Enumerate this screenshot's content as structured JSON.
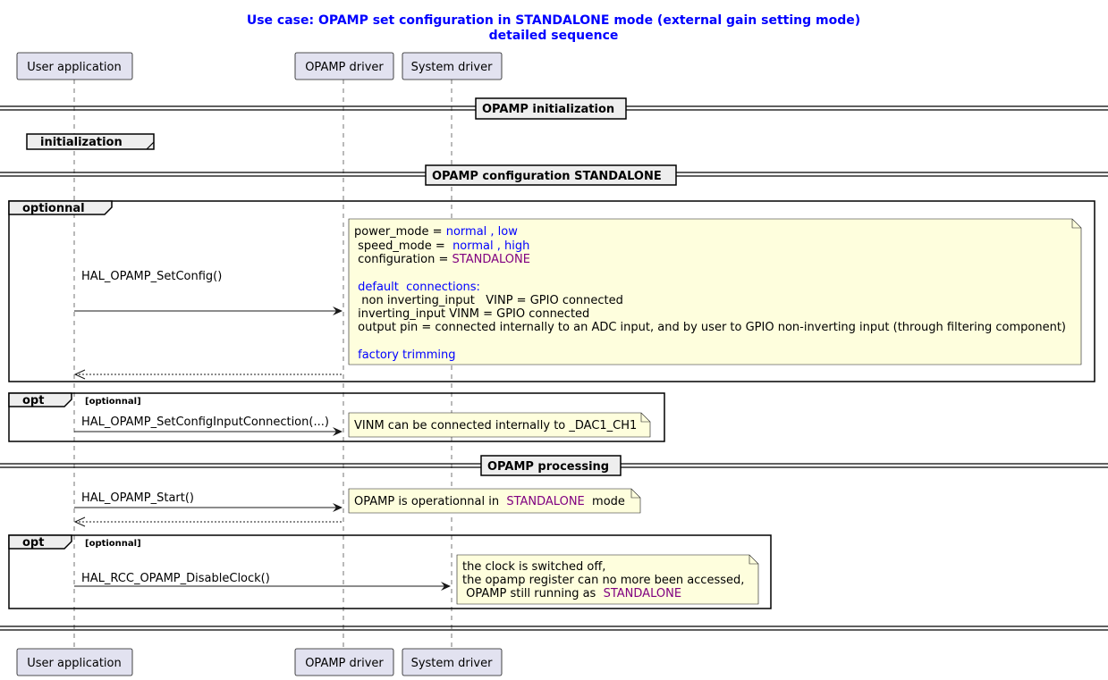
{
  "title": {
    "line1": "Use case: OPAMP set configuration in STANDALONE mode (external gain setting mode)",
    "line2": "detailed sequence"
  },
  "participants": [
    "User application",
    "OPAMP driver",
    "System driver"
  ],
  "dividers": [
    "OPAMP initialization",
    "OPAMP configuration STANDALONE",
    "OPAMP processing"
  ],
  "groups": {
    "initialization": "initialization",
    "optionnal": "optionnal",
    "opt1": {
      "label": "opt",
      "condition": "[optionnal]"
    },
    "opt2": {
      "label": "opt",
      "condition": "[optionnal]"
    }
  },
  "messages": {
    "set_config": "HAL_OPAMP_SetConfig()",
    "set_input_conn": "HAL_OPAMP_SetConfigInputConnection(...)",
    "start": "HAL_OPAMP_Start()",
    "disable_clock": "HAL_RCC_OPAMP_DisableClock()"
  },
  "notes": {
    "config": {
      "power_mode_label": "power_mode = ",
      "power_mode_value": " normal  ,  low",
      "speed_mode_label": " speed_mode = ",
      "speed_mode_value": " normal , high",
      "configuration_label": " configuration = ",
      "configuration_value": "STANDALONE",
      "default_connections": " default  connections:",
      "vinp": "  non inverting_input   VINP = GPIO connected",
      "vinm": " inverting_input VINM = GPIO connected",
      "output": " output pin = connected internally to an ADC input, and by user to GPIO non-inverting input (through filtering component)",
      "trimming": " factory trimming"
    },
    "vinm": "VINM can be connected internally to _DAC1_CH1",
    "start": {
      "prefix": "OPAMP is operationnal in ",
      "mode": " STANDALONE ",
      "suffix": " mode"
    },
    "clock": {
      "line1": "the clock is switched off,",
      "line2": "the opamp register can no more been accessed,",
      "line3_prefix": " OPAMP still running as ",
      "line3_mode": " STANDALONE"
    }
  },
  "colors": {
    "title": "#0000ff",
    "keyword": "#0000ff",
    "mode": "#800080",
    "note": "#fefedd",
    "participant": "#e2e2f0"
  }
}
